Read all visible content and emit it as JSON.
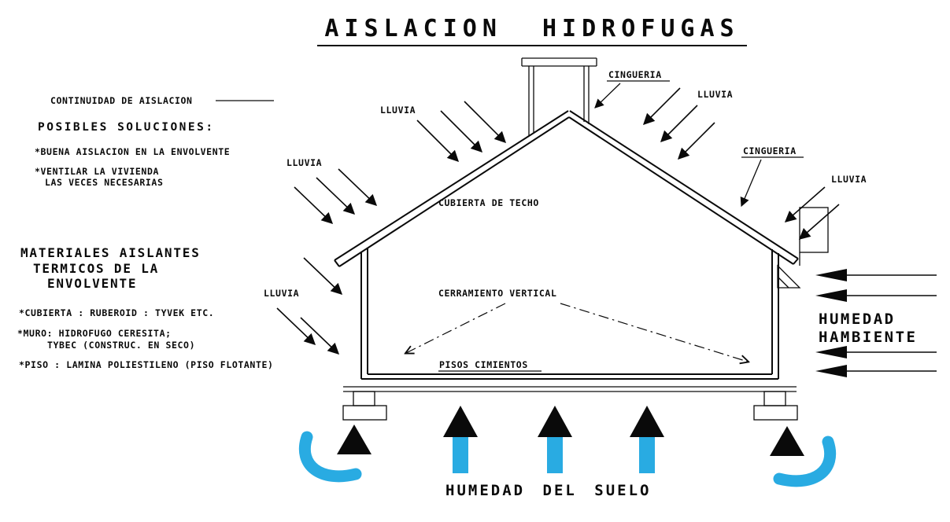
{
  "title": "AISLACION HIDROFUGAS",
  "left_panel": {
    "continuidad": "CONTINUIDAD DE AISLACION",
    "soluciones_heading": "POSIBLES SOLUCIONES:",
    "solucion_1": "*BUENA AISLACION EN LA ENVOLVENTE",
    "solucion_2": "*VENTILAR LA VIVIENDA",
    "solucion_2_cont": "LAS VECES NECESARIAS",
    "materiales_line1": "MATERIALES AISLANTES",
    "materiales_line2": "TERMICOS DE LA",
    "materiales_line3": "ENVOLVENTE",
    "material_cubierta": "*CUBIERTA : RUBEROID : TYVEK ETC.",
    "material_muro": "*MURO: HIDROFUGO CERESITA;",
    "material_muro_cont": "TYBEC (CONSTRUC. EN SECO)",
    "material_piso": "*PISO : LAMINA POLIESTILENO (PISO FLOTANTE)"
  },
  "diagram_labels": {
    "cingueria_top": "CINGUERIA",
    "cingueria_right": "CINGUERIA",
    "lluvia": "LLUVIA",
    "cubierta_de_techo": "CUBIERTA DE TECHO",
    "cerramiento_vertical": "CERRAMIENTO VERTICAL",
    "pisos_cimientos": "PISOS CIMIENTOS",
    "humedad_line1": "HUMEDAD",
    "humedad_line2": "HAMBIENTE",
    "humedad_suelo": "HUMEDAD DEL SUELO"
  },
  "colors": {
    "ink": "#0A0A0A",
    "soil_moisture_cyan": "#29ABE2",
    "background": "#FFFFFF"
  }
}
